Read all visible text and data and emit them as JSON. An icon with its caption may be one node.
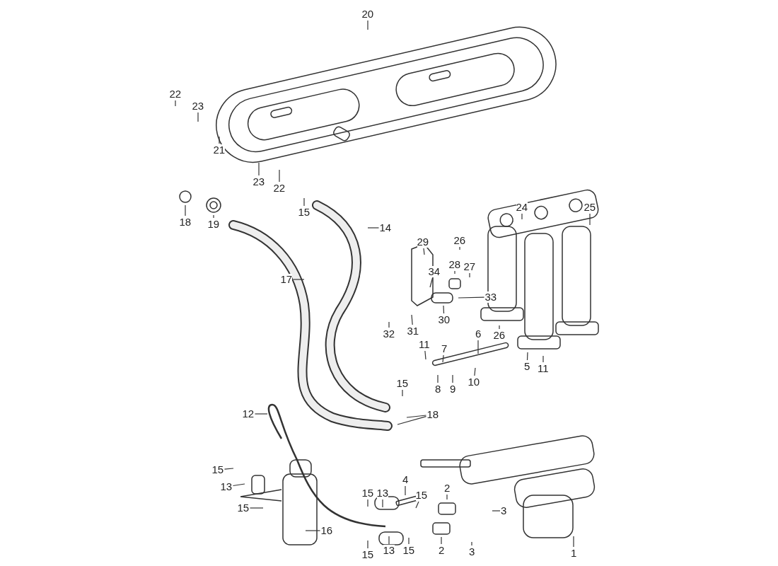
{
  "diagram": {
    "nodes": [
      {
        "text": [
          "20"
        ]
      },
      {
        "text": [
          "22"
        ]
      },
      {
        "text": [
          "23"
        ]
      },
      {
        "text": [
          "21"
        ]
      },
      {
        "text": [
          "23"
        ]
      },
      {
        "text": [
          "22"
        ]
      },
      {
        "text": [
          "24"
        ]
      },
      {
        "text": [
          "25"
        ]
      },
      {
        "text": [
          "15"
        ]
      },
      {
        "text": [
          "18"
        ]
      },
      {
        "text": [
          "19"
        ]
      },
      {
        "text": [
          "14"
        ]
      },
      {
        "text": [
          "26"
        ]
      },
      {
        "text": [
          "29"
        ]
      },
      {
        "text": [
          "28"
        ]
      },
      {
        "text": [
          "27"
        ]
      },
      {
        "text": [
          "34"
        ]
      },
      {
        "text": [
          "17"
        ]
      },
      {
        "text": [
          "33"
        ]
      },
      {
        "text": [
          "26"
        ]
      },
      {
        "text": [
          "30"
        ]
      },
      {
        "text": [
          "31"
        ]
      },
      {
        "text": [
          "32"
        ]
      },
      {
        "text": [
          "6"
        ]
      },
      {
        "text": [
          "11"
        ]
      },
      {
        "text": [
          "7"
        ]
      },
      {
        "text": [
          "5"
        ]
      },
      {
        "text": [
          "11"
        ]
      },
      {
        "text": [
          "10"
        ]
      },
      {
        "text": [
          "15"
        ]
      },
      {
        "text": [
          "8"
        ]
      },
      {
        "text": [
          "9"
        ]
      },
      {
        "text": [
          "12"
        ]
      },
      {
        "text": [
          "18"
        ]
      },
      {
        "text": [
          "15"
        ]
      },
      {
        "text": [
          "4"
        ]
      },
      {
        "text": [
          "13"
        ]
      },
      {
        "text": [
          "2"
        ]
      },
      {
        "text": [
          "15"
        ]
      },
      {
        "text": [
          "13"
        ]
      },
      {
        "text": [
          "15"
        ]
      },
      {
        "text": [
          "15"
        ]
      },
      {
        "text": [
          "3"
        ]
      },
      {
        "text": [
          "16"
        ]
      },
      {
        "text": [
          "13"
        ]
      },
      {
        "text": [
          "15"
        ]
      },
      {
        "text": [
          "2"
        ]
      },
      {
        "text": [
          "3"
        ]
      },
      {
        "text": [
          "1"
        ]
      },
      {
        "text": [
          "15"
        ]
      }
    ],
    "edges": [
      {
        "from": 0,
        "to": null,
        "arrow": "none"
      },
      {
        "from": 1,
        "to": null,
        "arrow": "none"
      },
      {
        "from": 2,
        "to": null,
        "arrow": "none"
      },
      {
        "from": 3,
        "to": null,
        "arrow": "none"
      },
      {
        "from": 4,
        "to": null,
        "arrow": "none"
      },
      {
        "from": 5,
        "to": null,
        "arrow": "none"
      },
      {
        "from": 6,
        "to": null,
        "arrow": "none"
      },
      {
        "from": 7,
        "to": null,
        "arrow": "none"
      },
      {
        "from": 8,
        "to": null,
        "arrow": "none"
      },
      {
        "from": 9,
        "to": null,
        "arrow": "none"
      },
      {
        "from": 10,
        "to": null,
        "arrow": "none"
      },
      {
        "from": 11,
        "to": null,
        "arrow": "none"
      },
      {
        "from": 12,
        "to": null,
        "arrow": "none"
      },
      {
        "from": 13,
        "to": null,
        "arrow": "none"
      },
      {
        "from": 14,
        "to": null,
        "arrow": "none"
      },
      {
        "from": 15,
        "to": null,
        "arrow": "none"
      },
      {
        "from": 16,
        "to": null,
        "arrow": "none"
      },
      {
        "from": 17,
        "to": null,
        "arrow": "none"
      },
      {
        "from": 18,
        "to": null,
        "arrow": "none"
      },
      {
        "from": 19,
        "to": null,
        "arrow": "none"
      },
      {
        "from": 20,
        "to": null,
        "arrow": "none"
      },
      {
        "from": 21,
        "to": null,
        "arrow": "none"
      },
      {
        "from": 22,
        "to": null,
        "arrow": "none"
      },
      {
        "from": 23,
        "to": null,
        "arrow": "none"
      },
      {
        "from": 24,
        "to": null,
        "arrow": "none"
      },
      {
        "from": 25,
        "to": null,
        "arrow": "none"
      },
      {
        "from": 26,
        "to": null,
        "arrow": "none"
      },
      {
        "from": 27,
        "to": null,
        "arrow": "none"
      },
      {
        "from": 28,
        "to": null,
        "arrow": "none"
      },
      {
        "from": 29,
        "to": null,
        "arrow": "none"
      },
      {
        "from": 30,
        "to": null,
        "arrow": "none"
      },
      {
        "from": 31,
        "to": null,
        "arrow": "none"
      },
      {
        "from": 32,
        "to": null,
        "arrow": "none"
      },
      {
        "from": 33,
        "to": null,
        "arrow": "none"
      },
      {
        "from": 33,
        "to": null,
        "arrow": "none"
      },
      {
        "from": 34,
        "to": null,
        "arrow": "none"
      },
      {
        "from": 35,
        "to": null,
        "arrow": "none"
      },
      {
        "from": 36,
        "to": null,
        "arrow": "none"
      },
      {
        "from": 37,
        "to": null,
        "arrow": "none"
      },
      {
        "from": 38,
        "to": null,
        "arrow": "none"
      },
      {
        "from": 39,
        "to": null,
        "arrow": "none"
      },
      {
        "from": 40,
        "to": null,
        "arrow": "none"
      },
      {
        "from": 41,
        "to": null,
        "arrow": "none"
      },
      {
        "from": 42,
        "to": null,
        "arrow": "none"
      },
      {
        "from": 43,
        "to": null,
        "arrow": "none"
      },
      {
        "from": 44,
        "to": null,
        "arrow": "none"
      },
      {
        "from": 45,
        "to": null,
        "arrow": "none"
      },
      {
        "from": 46,
        "to": null,
        "arrow": "none"
      },
      {
        "from": 47,
        "to": null,
        "arrow": "none"
      },
      {
        "from": 48,
        "to": null,
        "arrow": "none"
      },
      {
        "from": 49,
        "to": null,
        "arrow": "none"
      }
    ]
  }
}
